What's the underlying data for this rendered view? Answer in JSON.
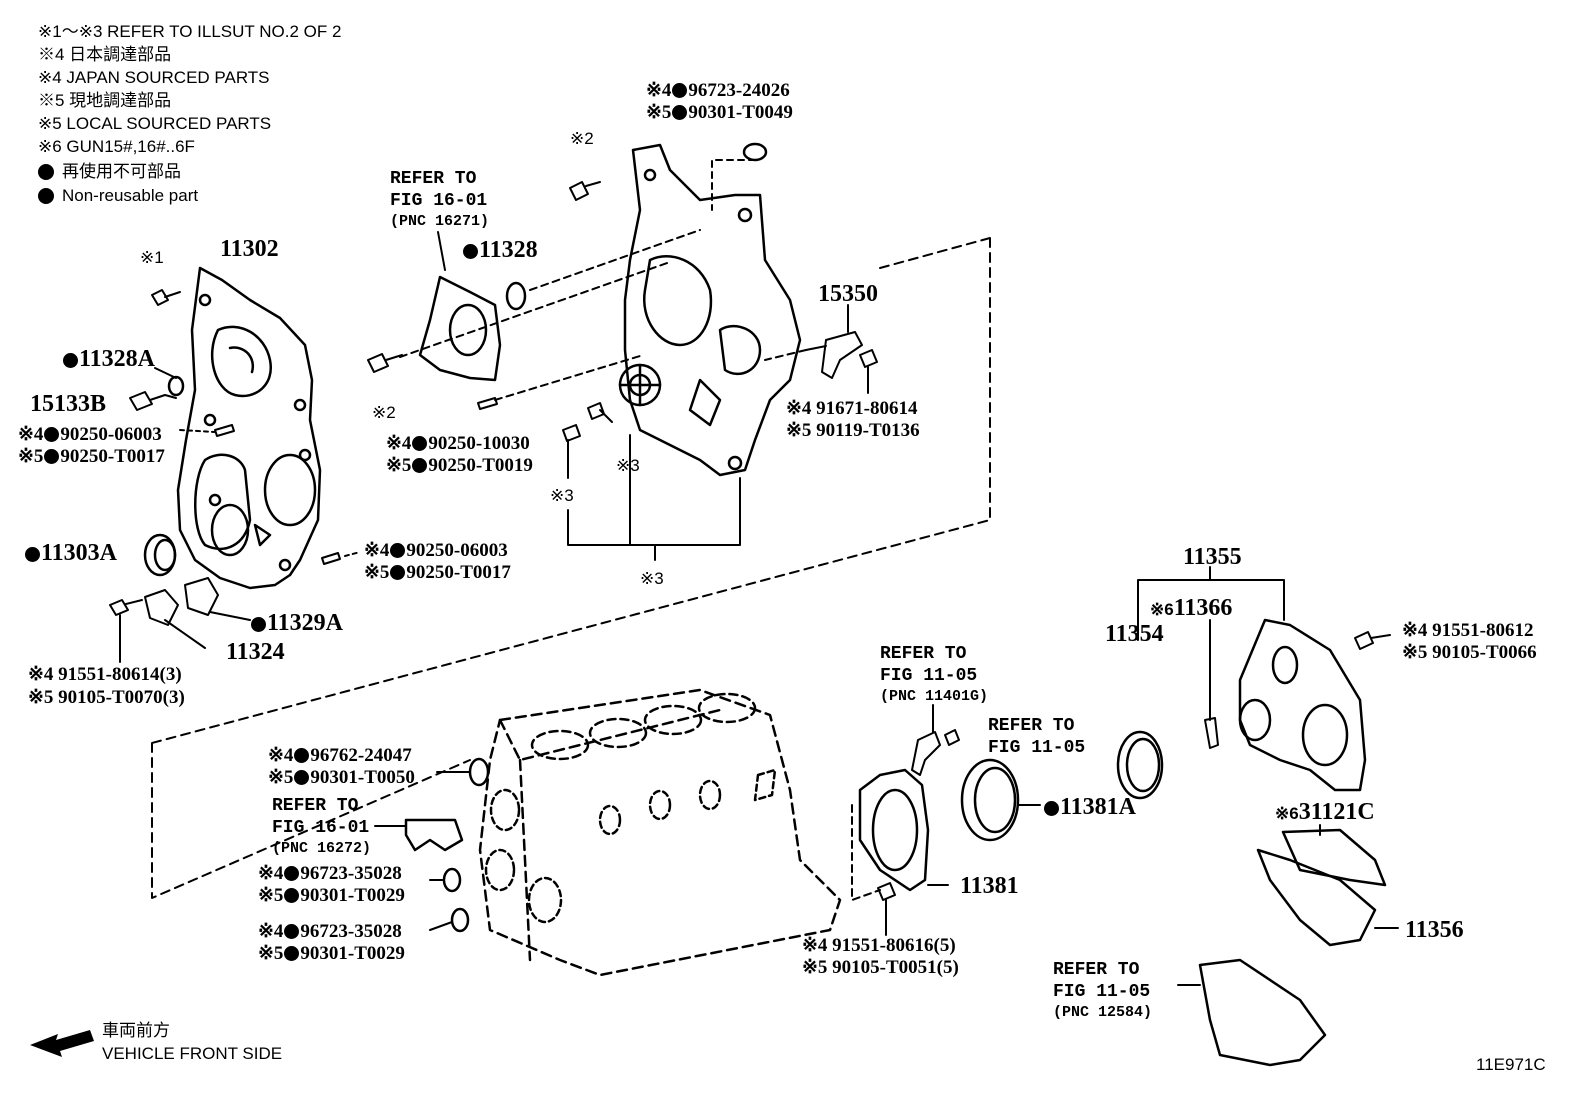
{
  "notes": {
    "n1": "※1～※3 REFER TO ILLSUT NO.2 OF 2",
    "n2": "※4 日本調達部品",
    "n3": "※4 JAPAN SOURCED PARTS",
    "n4": "※5 現地調達部品",
    "n5": "※5 LOCAL SOURCED PARTS",
    "n6": "※6 GUN15#,16#..6F",
    "n7": "再使用不可部品",
    "n8": "Non-reusable part"
  },
  "labels": {
    "p11302": "11302",
    "mark1": "※1",
    "p11328A": "11328A",
    "p15133B": "15133B",
    "a1": "※4",
    "a1pn": "90250-06003",
    "a2": "※5",
    "a2pn": "90250-T0017",
    "p11303A": "11303A",
    "b1": "※4",
    "b1pn": "90250-06003",
    "b2": "※5",
    "b2pn": "90250-T0017",
    "p11329A": "11329A",
    "p11324": "11324",
    "c1": "※4 91551-80614(3)",
    "c2": "※5 90105-T0070(3)",
    "ref1a": "REFER TO",
    "ref1b": "FIG 16-01",
    "ref1c": "(PNC 16271)",
    "p11328": "11328",
    "mark2a": "※2",
    "mark2b": "※2",
    "d1": "※4",
    "d1pn": "90250-10030",
    "d2": "※5",
    "d2pn": "90250-T0019",
    "e1": "※4",
    "e1pn": "96723-24026",
    "e2": "※5",
    "e2pn": "90301-T0049",
    "mark3a": "※3",
    "mark3b": "※3",
    "mark3c": "※3",
    "p15350": "15350",
    "f1": "※4 91671-80614",
    "f2": "※5 90119-T0136",
    "p11355": "11355",
    "p11366pre": "※6",
    "p11366": "11366",
    "p11354": "11354",
    "g1": "※4 91551-80612",
    "g2": "※5 90105-T0066",
    "ref2a": "REFER TO",
    "ref2b": "FIG 11-05",
    "ref2c": "(PNC 11401G)",
    "ref3a": "REFER TO",
    "ref3b": "FIG 11-05",
    "p11381A": "11381A",
    "p11381": "11381",
    "h1": "※4 91551-80616(5)",
    "h2": "※5 90105-T0051(5)",
    "p31121Cpre": "※6",
    "p31121C": "31121C",
    "p11356": "11356",
    "ref4a": "REFER TO",
    "ref4b": "FIG 11-05",
    "ref4c": "(PNC 12584)",
    "i1": "※4",
    "i1pn": "96762-24047",
    "i2": "※5",
    "i2pn": "90301-T0050",
    "ref5a": "REFER TO",
    "ref5b": "FIG 16-01",
    "ref5c": "(PNC 16272)",
    "j1": "※4",
    "j1pn": "96723-35028",
    "j2": "※5",
    "j2pn": "90301-T0029",
    "k1": "※4",
    "k1pn": "96723-35028",
    "k2": "※5",
    "k2pn": "90301-T0029",
    "front1": "車両前方",
    "front2": "VEHICLE FRONT SIDE",
    "code": "11E971C"
  }
}
